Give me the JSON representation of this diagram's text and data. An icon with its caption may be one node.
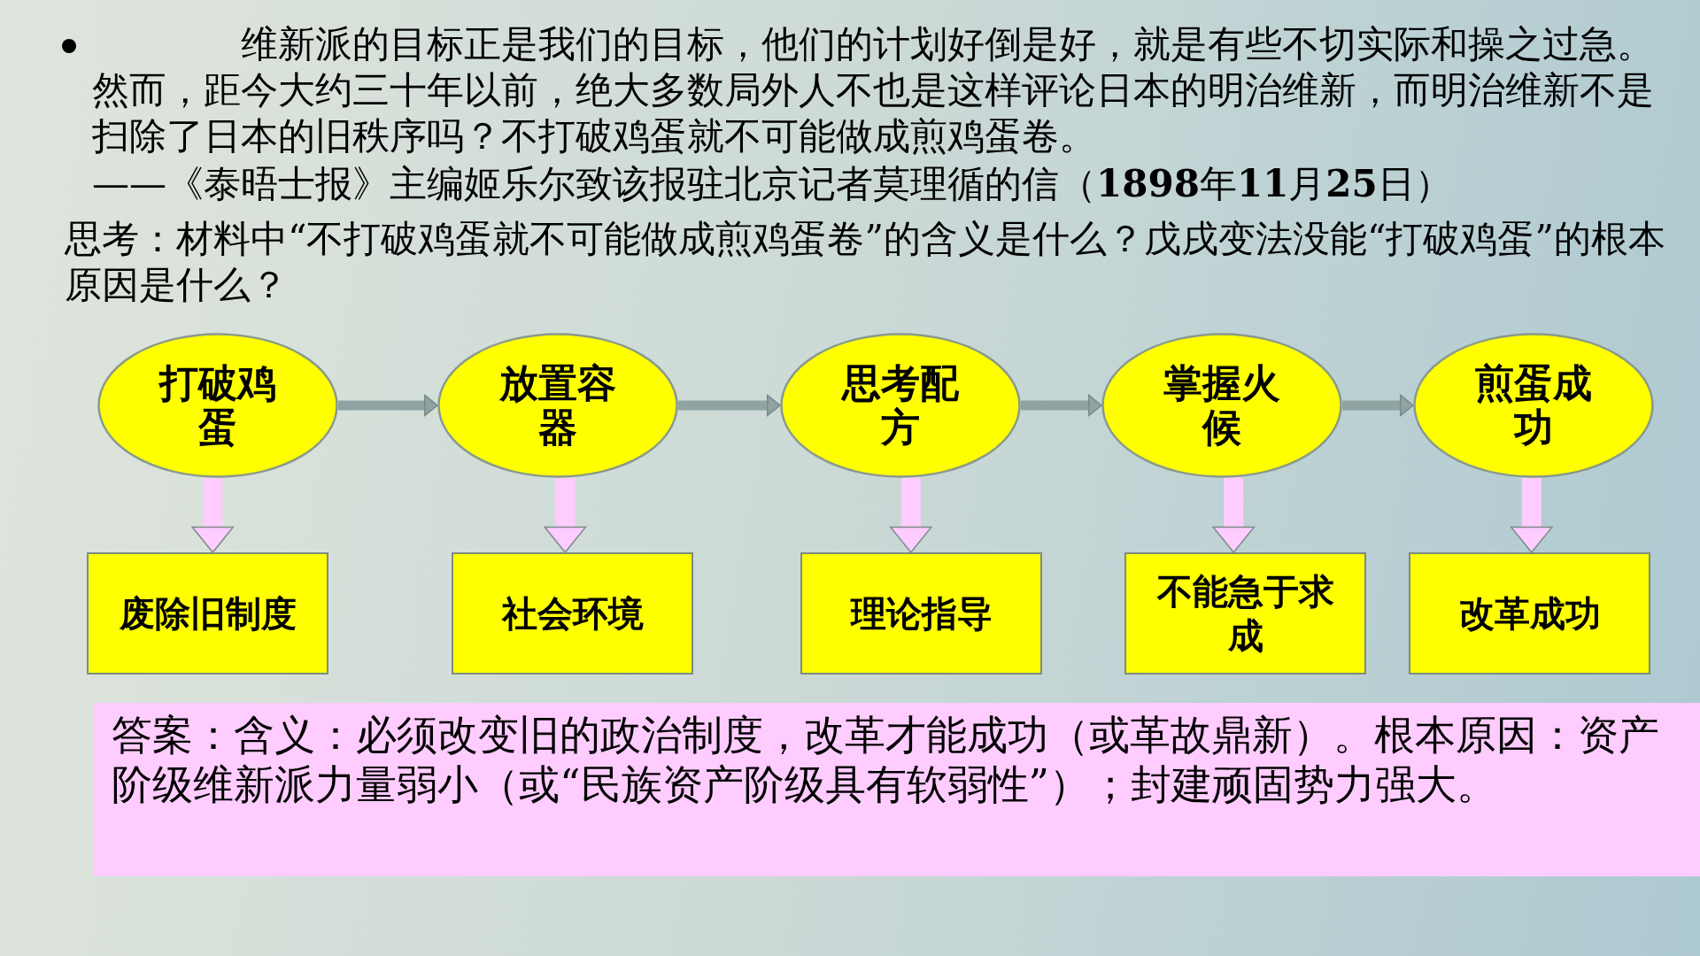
{
  "diagram": {
    "nodes": [
      {
        "text": [
          "打破鸡蛋"
        ]
      },
      {
        "text": [
          "放置容器"
        ]
      },
      {
        "text": [
          "思考配方"
        ]
      },
      {
        "text": [
          "掌握火候"
        ]
      },
      {
        "text": [
          "煎蛋成功"
        ]
      },
      {
        "text": [
          "废除旧制度"
        ]
      },
      {
        "text": [
          "社会环境"
        ]
      },
      {
        "text": [
          "理论指导"
        ]
      },
      {
        "text": [
          "不能急于求成"
        ]
      },
      {
        "text": [
          "改革成功"
        ]
      },
      {
        "text": [
          "答案：含义：必须改变旧的政治制度，改革才能成功（或革故鼎新）。根本原因：资产阶级维新派力量弱小（或“民族资产阶级具有软弱性”）；封建顽固势力强大。"
        ]
      }
    ],
    "edges": [
      {
        "from": 0,
        "to": 1,
        "arrow": "to",
        "color": "#8fa3a3"
      },
      {
        "from": 1,
        "to": 2,
        "arrow": "to",
        "color": "#8fa3a3"
      },
      {
        "from": 2,
        "to": 3,
        "arrow": "to",
        "color": "#8fa3a3"
      },
      {
        "from": 3,
        "to": 4,
        "arrow": "to",
        "color": "#8fa3a3"
      },
      {
        "from": 0,
        "to": 5,
        "arrow": "to"
      },
      {
        "from": 1,
        "to": 6,
        "arrow": "to"
      },
      {
        "from": 2,
        "to": 7,
        "arrow": "to"
      },
      {
        "from": 3,
        "to": 8,
        "arrow": "to"
      },
      {
        "from": 4,
        "to": 9,
        "arrow": "to"
      }
    ],
    "labels": [
      "维新派的目标正是我们的目标，他们的计划好倒是好，就是有些不切实际和操之过急。然而，距今大约三十年以前，绝大多数局外人不也是这样评论日本的明治维新，而明治维新不是扫除了日本的旧秩序吗？不打破鸡蛋就不可能做成煎鸡蛋卷。",
      "——《泰晤士报》主编姬乐尔致该报驻北京记者莫理循的信（**1898**年**11**月**25**日）",
      "思考：材料中“不打破鸡蛋就不可能做成煎鸡蛋卷”的含义是什么？戊戌变法没能“打破鸡蛋”的根本原因是什么？"
    ]
  }
}
